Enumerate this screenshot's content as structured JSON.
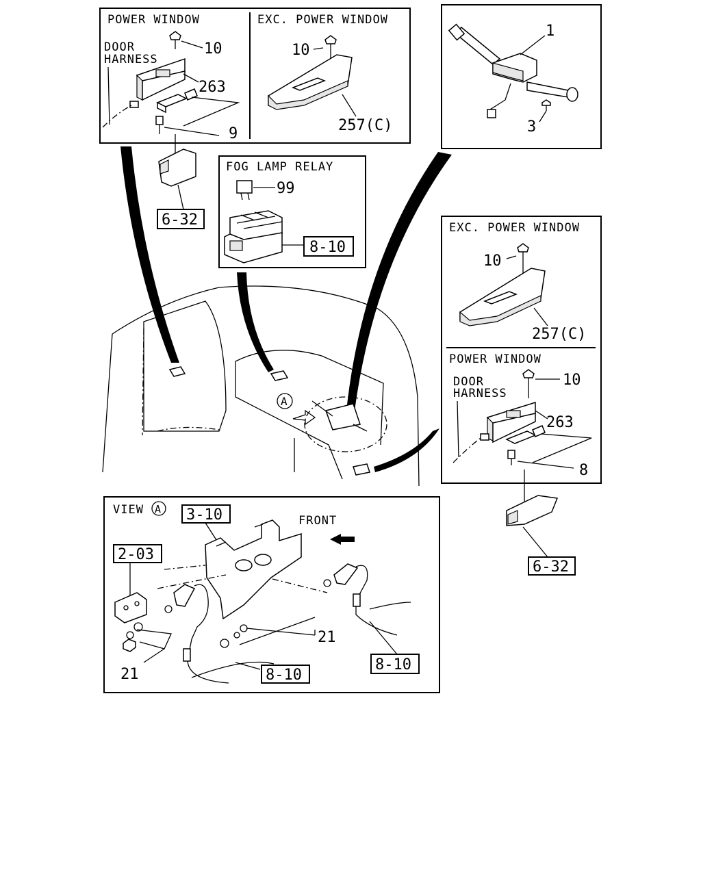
{
  "panels": {
    "power_window_left": {
      "title": "POWER WINDOW",
      "door_harness_line1": "DOOR",
      "door_harness_line2": "HARNESS",
      "callouts": [
        "10",
        "263",
        "9"
      ]
    },
    "exc_power_window_left": {
      "title": "EXC. POWER WINDOW",
      "callouts": [
        "10",
        "257(C)"
      ]
    },
    "combination_switch": {
      "callouts": [
        "1",
        "3"
      ]
    },
    "fog_lamp_relay": {
      "title": "FOG LAMP RELAY",
      "callouts": [
        "99"
      ],
      "ref": "8-10"
    },
    "exc_power_window_right": {
      "title": "EXC. POWER WINDOW",
      "callouts": [
        "10",
        "257(C)"
      ]
    },
    "power_window_right": {
      "title": "POWER WINDOW",
      "door_harness_line1": "DOOR",
      "door_harness_line2": "HARNESS",
      "callouts": [
        "10",
        "263",
        "8"
      ]
    },
    "view_a": {
      "title": "VIEW",
      "marker": "A",
      "front_label": "FRONT",
      "refs": [
        "3-10",
        "2-03",
        "8-10",
        "8-10"
      ],
      "callouts": [
        "21",
        "21"
      ]
    }
  },
  "refs": {
    "left_bracket": "6-32",
    "right_bracket": "6-32"
  },
  "view_marker": "A"
}
